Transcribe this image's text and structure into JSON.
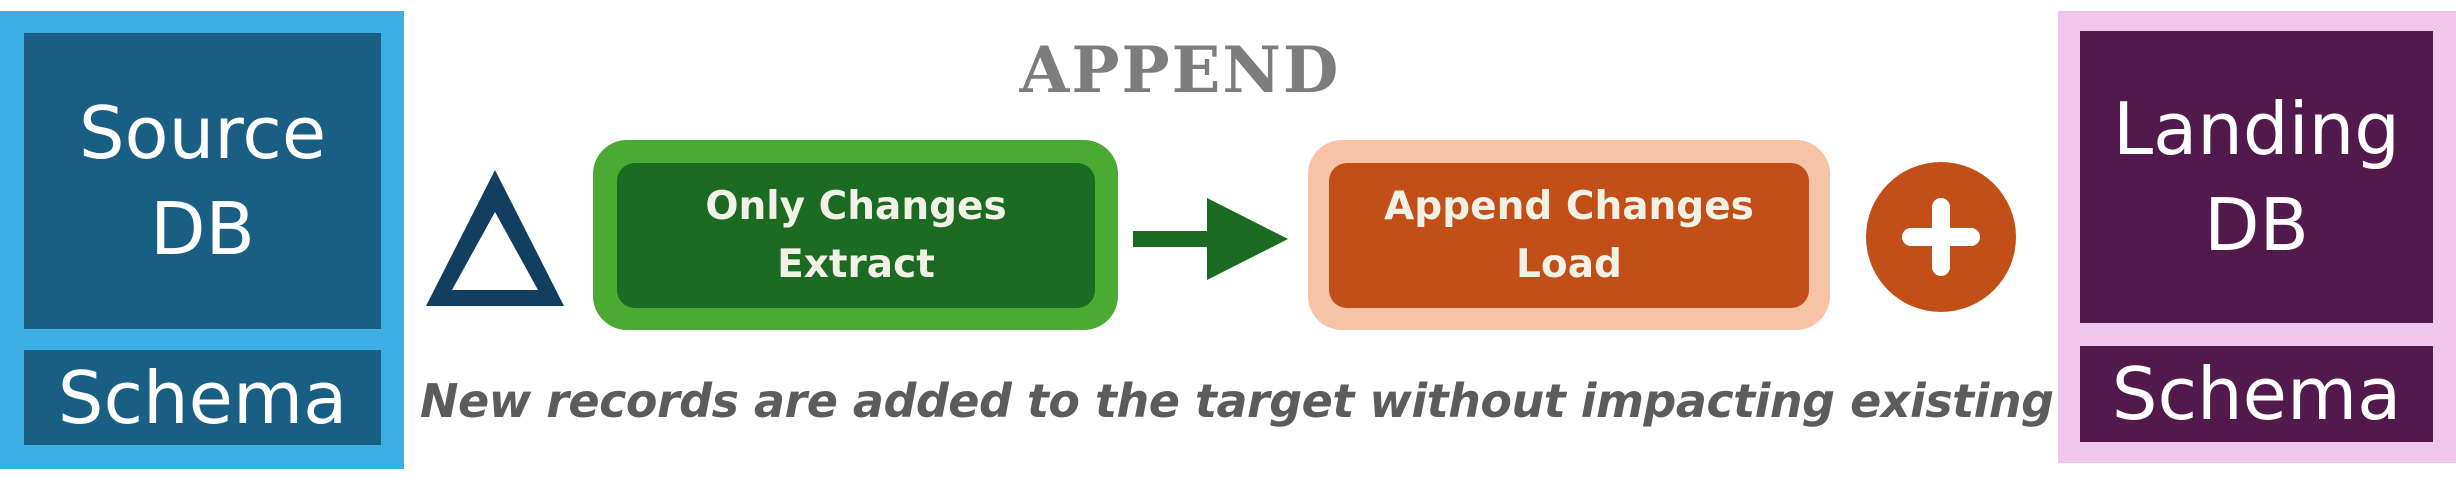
{
  "title": "APPEND",
  "source": {
    "title": "Source\nDB",
    "schema": "Schema"
  },
  "landing": {
    "title": "Landing\nDB",
    "schema": "Schema"
  },
  "extract_box": {
    "line1": "Only Changes",
    "line2": "Extract"
  },
  "load_box": {
    "line1": "Append Changes",
    "line2": "Load"
  },
  "caption": "New records are added to the target without impacting existing",
  "icons": {
    "delta": "delta-icon",
    "arrow": "arrow-right-icon",
    "plus": "plus-icon"
  },
  "colors": {
    "source_border": "#3daee2",
    "source_fill": "#185f83",
    "landing_border": "#f0c6ec",
    "landing_fill": "#521a4c",
    "extract_border": "#4aaa34",
    "extract_fill": "#1c6b23",
    "load_border": "#f6c3a6",
    "load_fill": "#c24f17",
    "title_gray": "#7d7d7d",
    "caption_gray": "#5c5c5c"
  }
}
